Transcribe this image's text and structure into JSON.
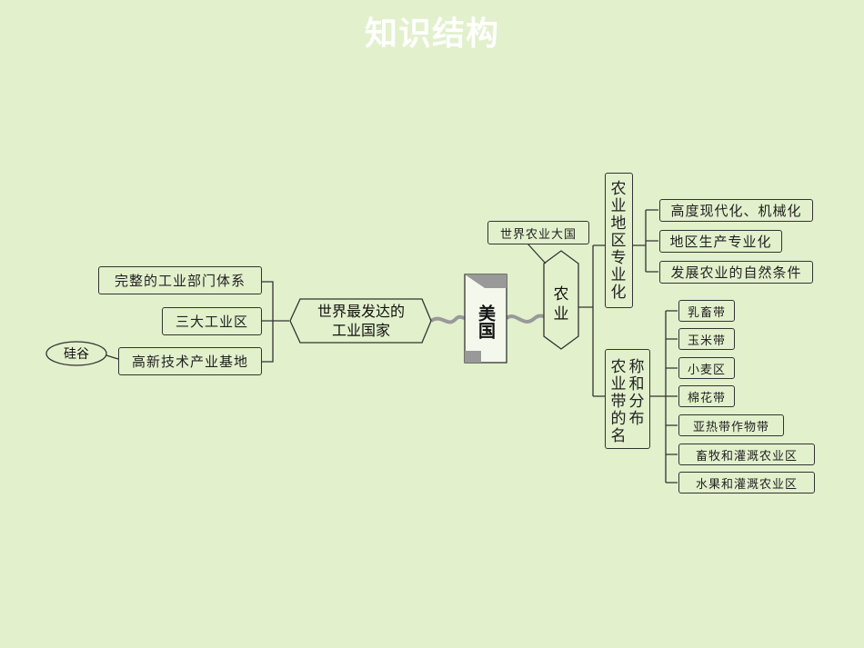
{
  "title": "知识结构",
  "center": "美国",
  "industry_hub": [
    "世界最发达的",
    "工业国家"
  ],
  "industry_items": [
    "完整的工业部门体系",
    "三大工业区",
    "高新技术产业基地"
  ],
  "silicon_valley": "硅谷",
  "agriculture": [
    "农",
    "业"
  ],
  "agri_tag": "世界农业大国",
  "agri_specialization": [
    "农",
    "业",
    "地",
    "区",
    "专",
    "业",
    "化"
  ],
  "specialization_items": [
    "高度现代化、机械化",
    "地区生产专业化",
    "发展农业的自然条件"
  ],
  "agri_belts_col1": [
    "农",
    "业",
    "带",
    "的",
    "名"
  ],
  "agri_belts_col2": [
    "称",
    "和",
    "分",
    "布"
  ],
  "belt_items": [
    "乳畜带",
    "玉米带",
    "小麦区",
    "棉花带",
    "亚热带作物带",
    "畜牧和灌溉农业区",
    "水果和灌溉农业区"
  ]
}
